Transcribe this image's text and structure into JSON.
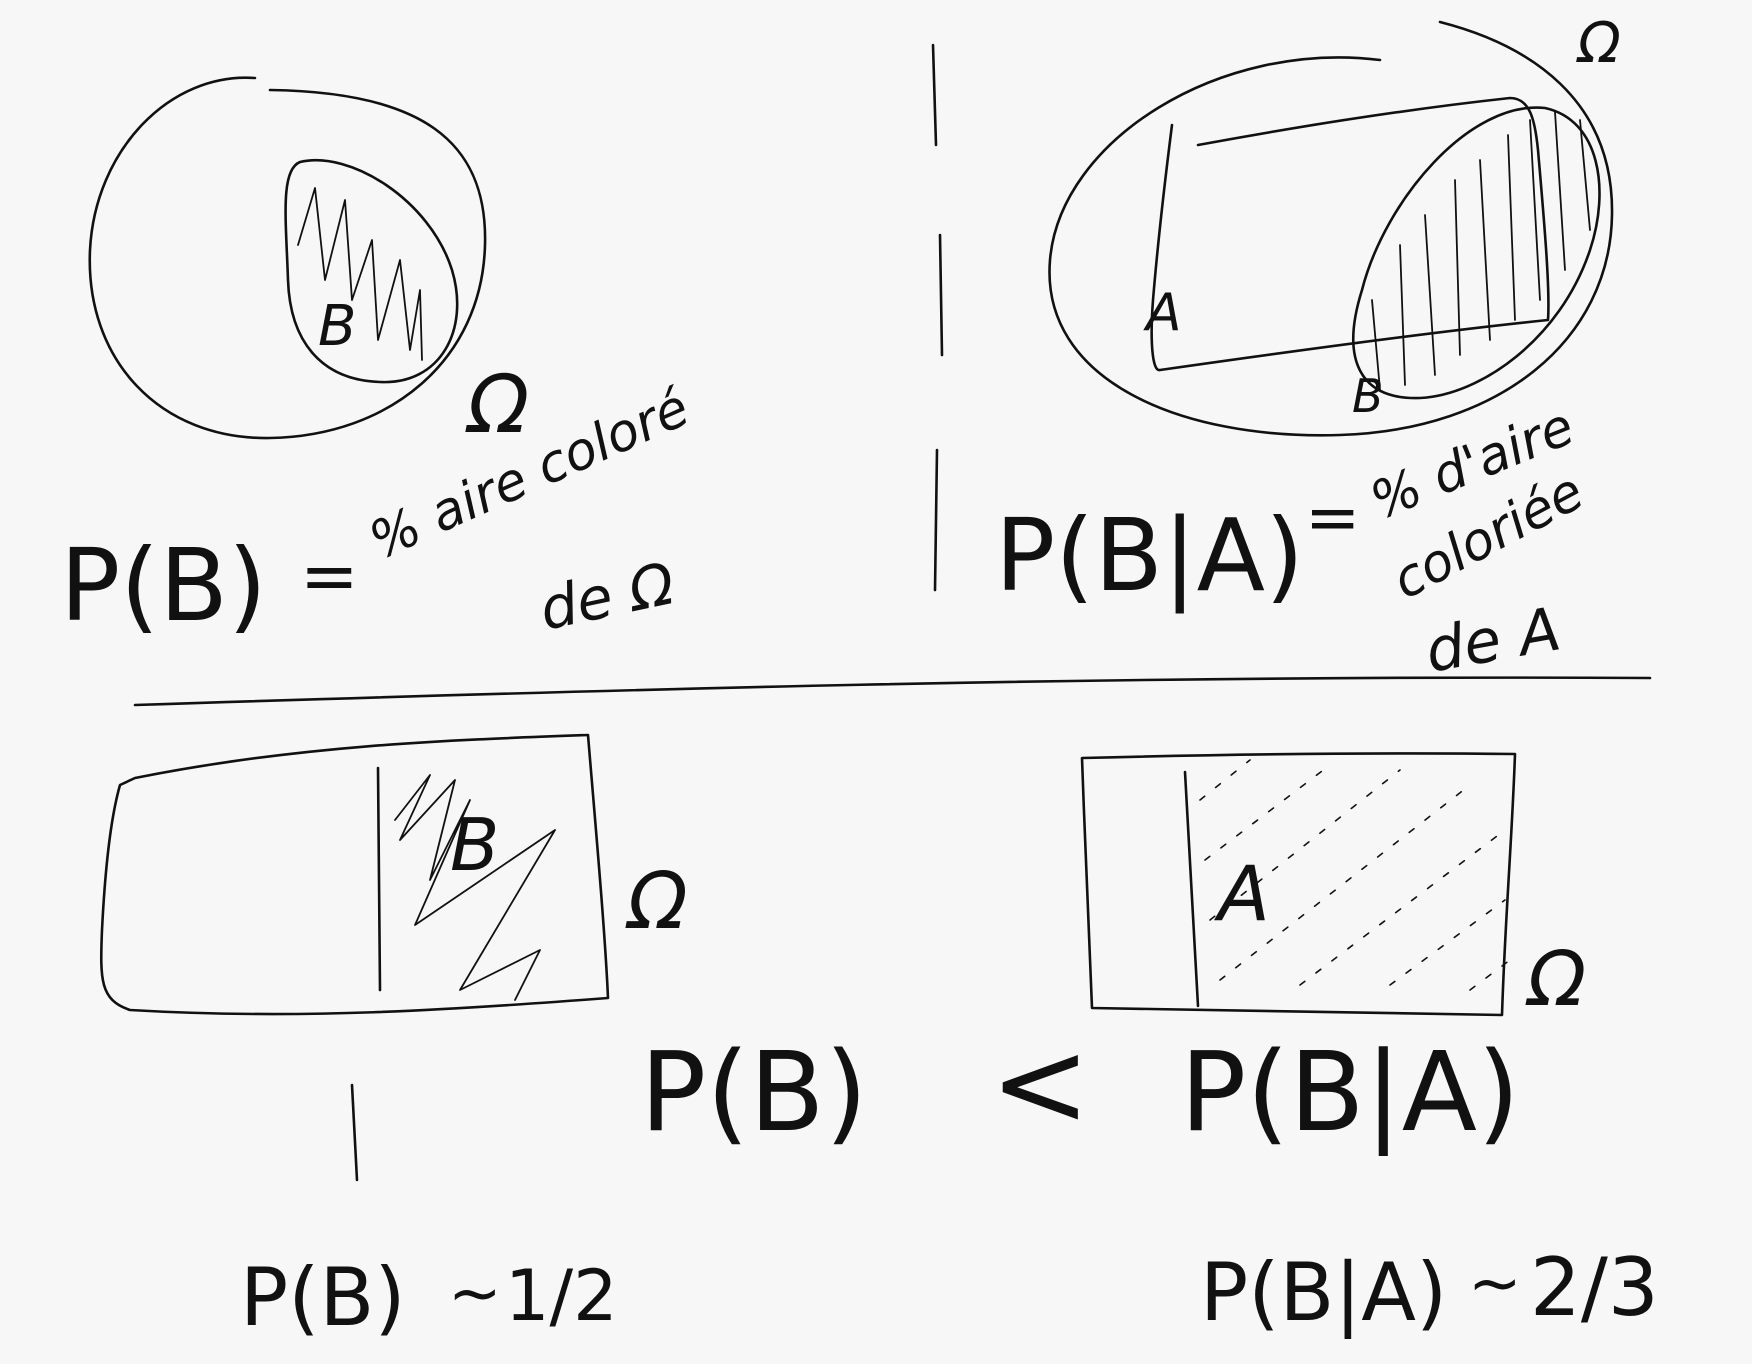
{
  "symbols": {
    "omega": "Ω",
    "event_b": "B",
    "event_a": "A"
  },
  "top_left": {
    "formula": "P(B)",
    "equals": "=",
    "text_line1": "% aire coloré",
    "text_line2": "de Ω"
  },
  "top_right": {
    "formula": "P(B|A)",
    "equals": "=",
    "text_line1": "% d'aire",
    "text_line2": "coloriée",
    "text_line3": "de A"
  },
  "bottom": {
    "comparison_left": "P(B)",
    "comparison_symbol": "<",
    "comparison_right": "P(B|A)",
    "approx_left_formula": "P(B)",
    "approx_left_tilde": "~",
    "approx_left_value": "1/2",
    "approx_right_formula": "P(B|A)",
    "approx_right_tilde": "~",
    "approx_right_value": "2/3"
  }
}
